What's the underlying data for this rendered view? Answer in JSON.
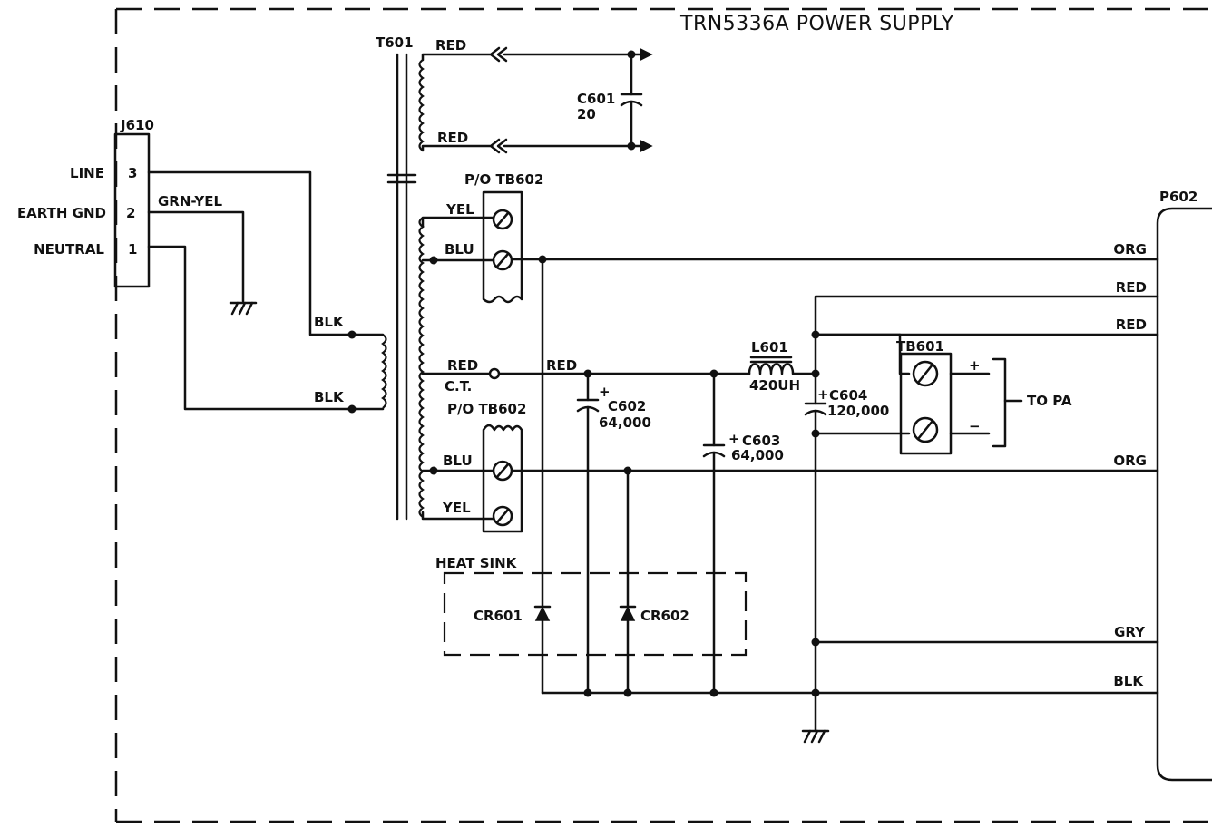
{
  "title": "TRN5336A POWER SUPPLY",
  "connector_j610": {
    "ref": "J610",
    "pins": [
      {
        "label": "LINE",
        "num": "3"
      },
      {
        "label": "EARTH GND",
        "num": "2"
      },
      {
        "label": "NEUTRAL",
        "num": "1"
      }
    ]
  },
  "transformer": "T601",
  "wires": {
    "grn_yel": "GRN-YEL",
    "blk_top": "BLK",
    "blk_bottom": "BLK",
    "red_top": "RED",
    "red_bottom": "RED",
    "yel_top": "YEL",
    "blu_top": "BLU",
    "red_ct": "RED",
    "ct": "C.T.",
    "red_ct_right": "RED",
    "blu_bottom": "BLU",
    "yel_bottom": "YEL"
  },
  "tb602_top": "P/O TB602",
  "tb602_bottom": "P/O TB602",
  "c601": {
    "ref": "C601",
    "value": "20"
  },
  "c602": {
    "ref": "C602",
    "value": "64,000",
    "polarity": "+"
  },
  "c603": {
    "ref": "C603",
    "value": "64,000",
    "polarity": "+"
  },
  "c604": {
    "ref": "C604",
    "value": "120,000",
    "polarity": "+"
  },
  "l601": {
    "ref": "L601",
    "value": "420UH"
  },
  "tb601": {
    "ref": "TB601",
    "plus": "+",
    "minus": "−"
  },
  "to_pa": "TO PA",
  "heat_sink": "HEAT SINK",
  "cr601": "CR601",
  "cr602": "CR602",
  "p602": {
    "ref": "P602",
    "wires": [
      "ORG",
      "RED",
      "RED",
      "ORG",
      "GRY",
      "BLK"
    ]
  }
}
